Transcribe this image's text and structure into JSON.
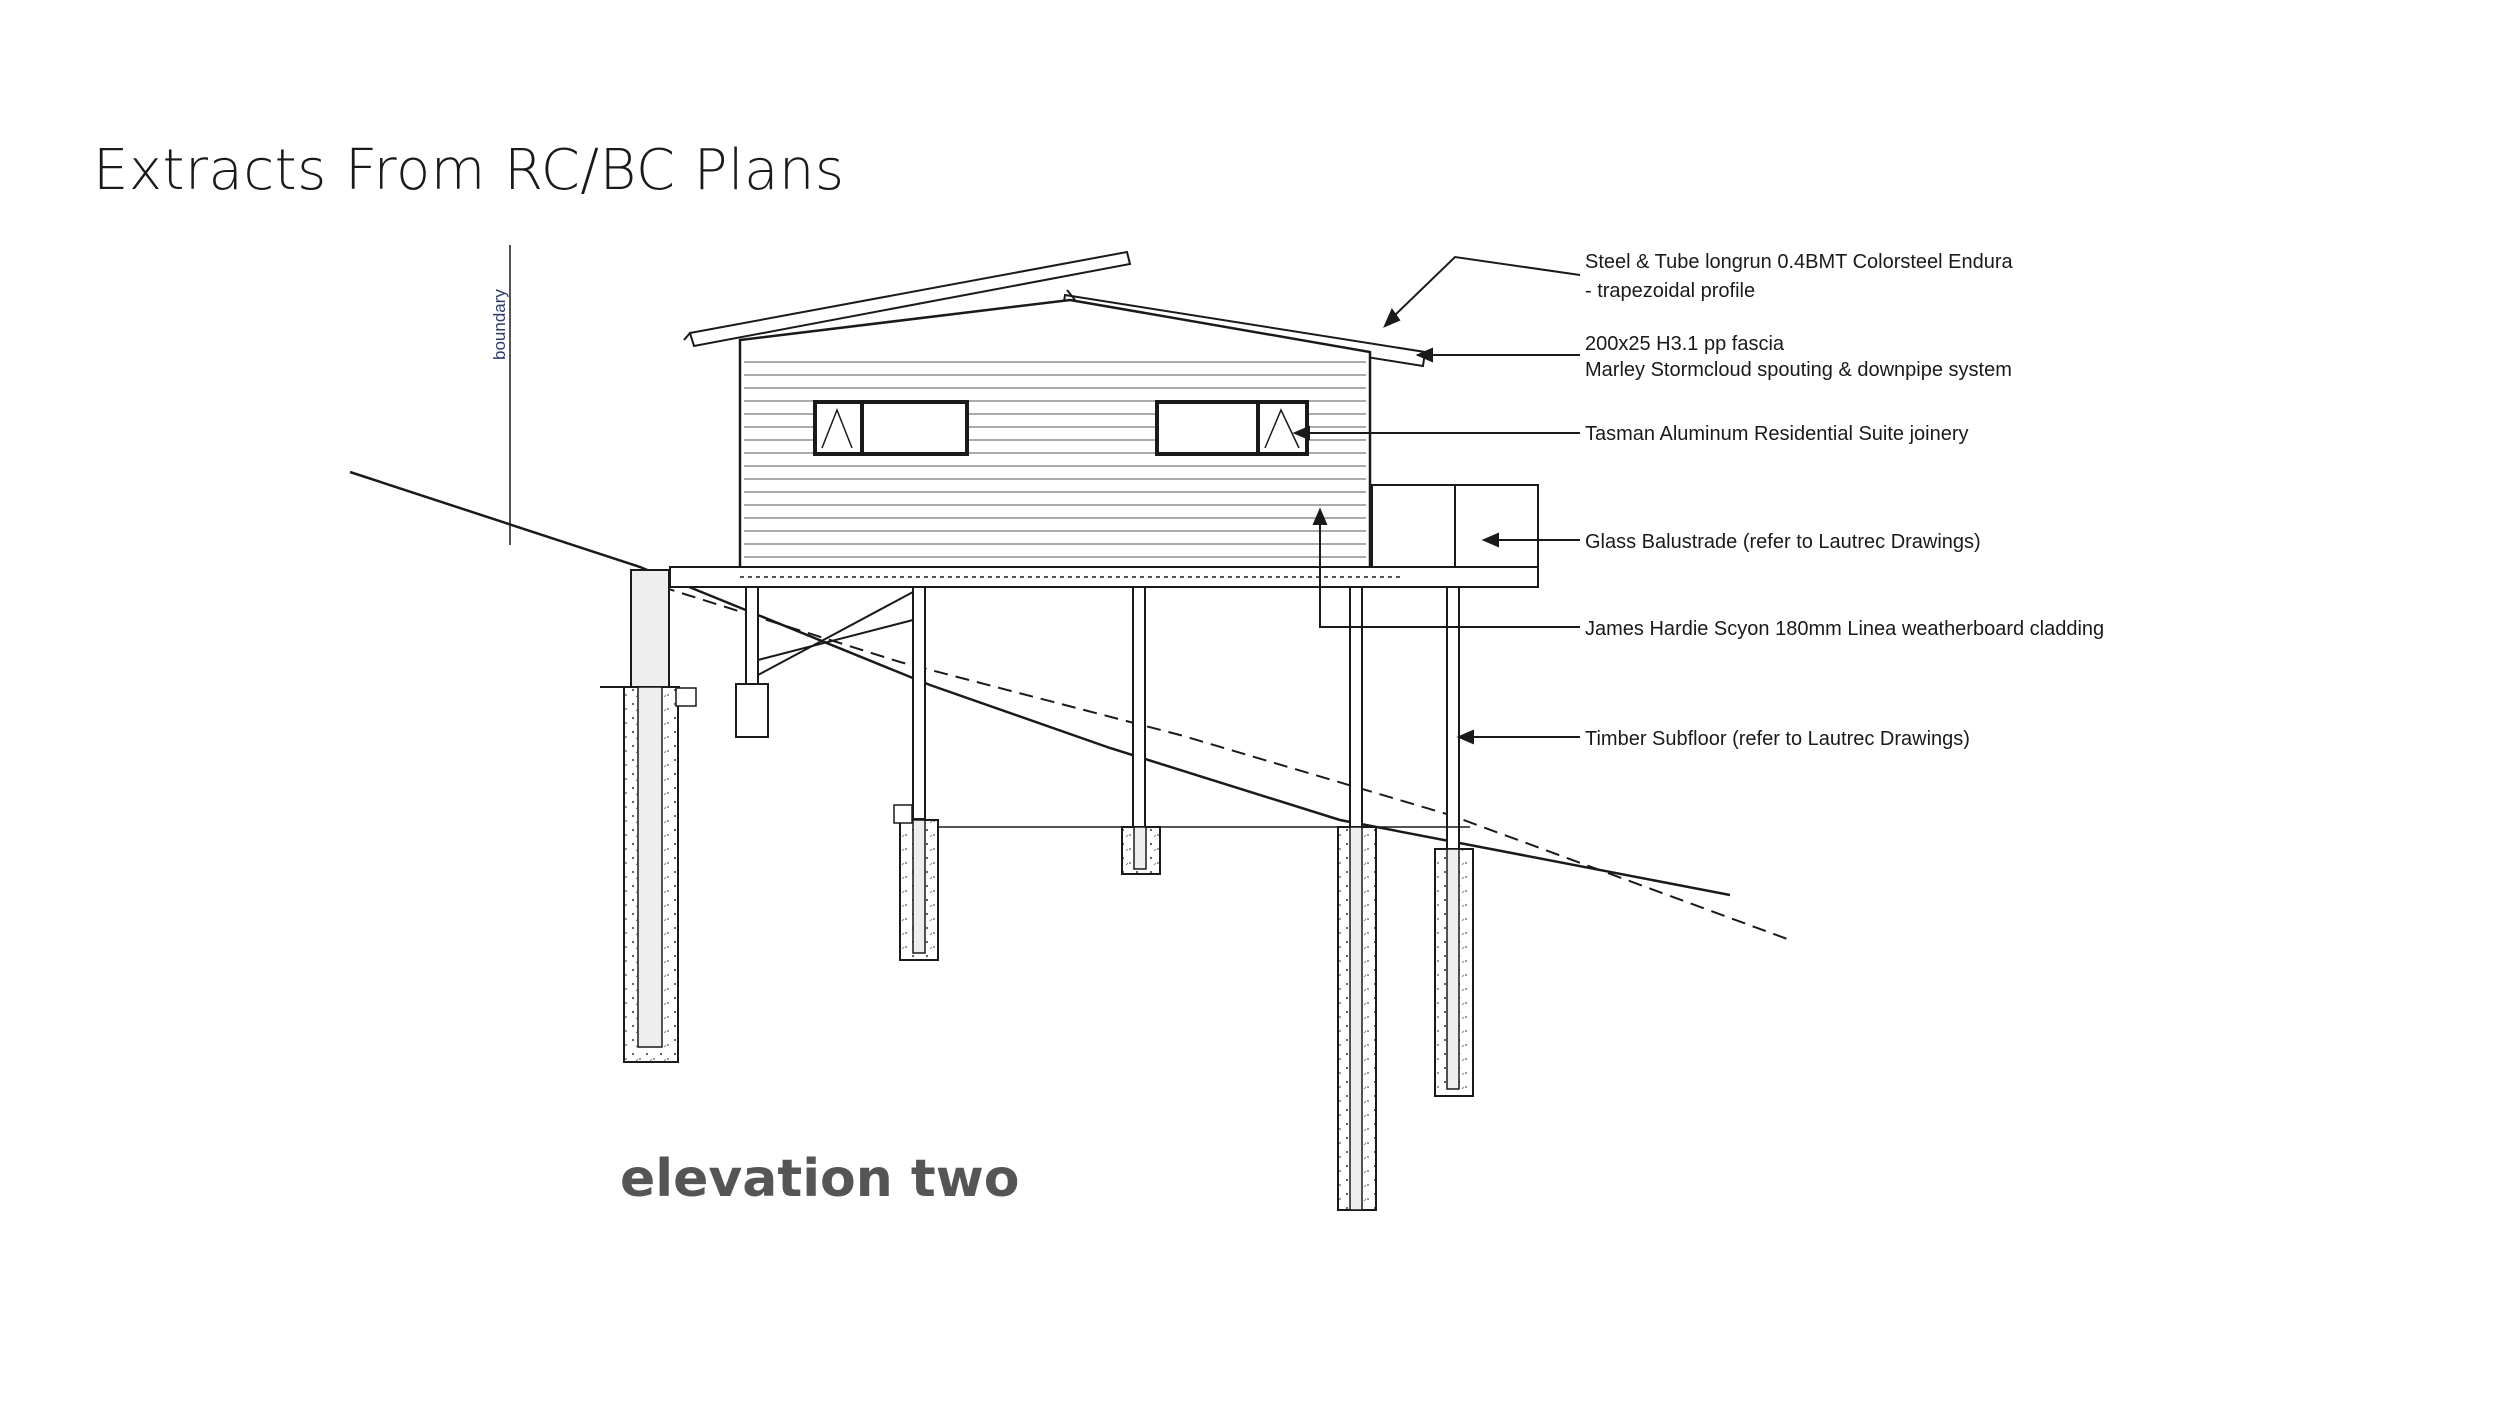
{
  "page": {
    "title": "Extracts From RC/BC Plans"
  },
  "drawing": {
    "title": "elevation two",
    "boundary_label": "boundary",
    "callouts": [
      {
        "id": "roof",
        "lines": [
          "Steel & Tube longrun 0.4BMT Colorsteel Endura",
          "- trapezoidal profile"
        ]
      },
      {
        "id": "fascia",
        "lines": [
          "200x25 H3.1 pp fascia",
          "Marley Stormcloud spouting & downpipe system"
        ]
      },
      {
        "id": "joinery",
        "lines": [
          "Tasman Aluminum Residential Suite joinery"
        ]
      },
      {
        "id": "balustrade",
        "lines": [
          "Glass Balustrade (refer to Lautrec Drawings)"
        ]
      },
      {
        "id": "cladding",
        "lines": [
          "James Hardie Scyon 180mm Linea weatherboard cladding"
        ]
      },
      {
        "id": "subfloor",
        "lines": [
          "Timber Subfloor (refer to Lautrec Drawings)"
        ]
      }
    ]
  },
  "colors": {
    "ink": "#1a1a1a",
    "pile_fill": "#eeeeee",
    "boundary_ink": "#2a3a6a"
  }
}
